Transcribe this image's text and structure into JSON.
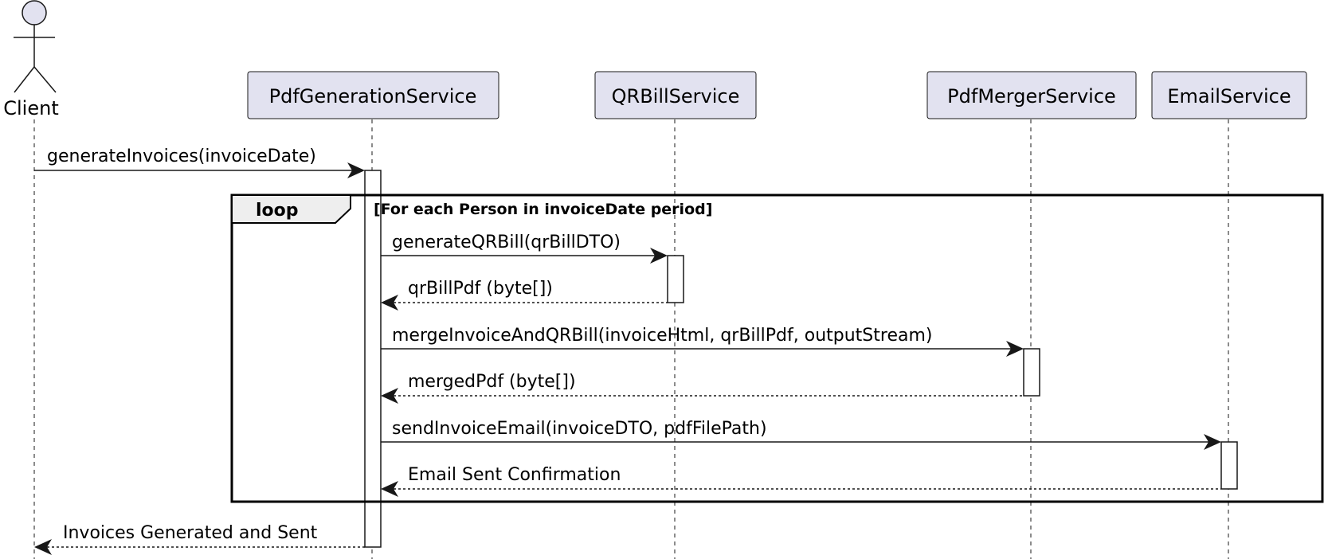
{
  "actor": {
    "name": "Client"
  },
  "participants": [
    {
      "id": "pdf_generation",
      "label": "PdfGenerationService"
    },
    {
      "id": "qrbill",
      "label": "QRBillService"
    },
    {
      "id": "pdf_merger",
      "label": "PdfMergerService"
    },
    {
      "id": "email",
      "label": "EmailService"
    }
  ],
  "loop": {
    "label": "loop",
    "guard": "[For each Person in invoiceDate period]"
  },
  "messages": [
    {
      "from": "Client",
      "to": "PdfGenerationService",
      "label": "generateInvoices(invoiceDate)",
      "type": "call"
    },
    {
      "from": "PdfGenerationService",
      "to": "QRBillService",
      "label": "generateQRBill(qrBillDTO)",
      "type": "call"
    },
    {
      "from": "QRBillService",
      "to": "PdfGenerationService",
      "label": "qrBillPdf (byte[])",
      "type": "return"
    },
    {
      "from": "PdfGenerationService",
      "to": "PdfMergerService",
      "label": "mergeInvoiceAndQRBill(invoiceHtml, qrBillPdf, outputStream)",
      "type": "call"
    },
    {
      "from": "PdfMergerService",
      "to": "PdfGenerationService",
      "label": "mergedPdf (byte[])",
      "type": "return"
    },
    {
      "from": "PdfGenerationService",
      "to": "EmailService",
      "label": "sendInvoiceEmail(invoiceDTO, pdfFilePath)",
      "type": "call"
    },
    {
      "from": "EmailService",
      "to": "PdfGenerationService",
      "label": "Email Sent Confirmation",
      "type": "return"
    },
    {
      "from": "PdfGenerationService",
      "to": "Client",
      "label": "Invoices Generated and Sent",
      "type": "return"
    }
  ]
}
